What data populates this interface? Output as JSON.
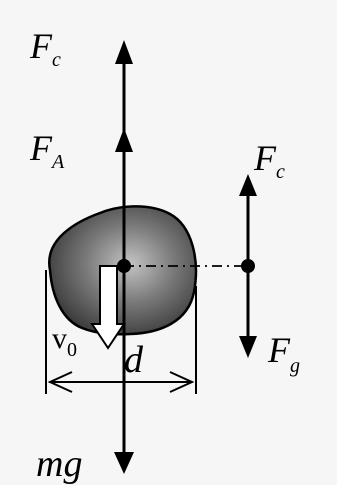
{
  "labels": {
    "fc_top": "F",
    "fc_top_sub": "c",
    "fa": "F",
    "fa_sub": "A",
    "fc_right": "F",
    "fc_right_sub": "c",
    "fg": "F",
    "fg_sub": "g",
    "v0": "v",
    "v0_sub": "0",
    "d": "d",
    "mg": "mg"
  },
  "colors": {
    "ink": "#000000",
    "particle_dark": "#3a3a3a",
    "particle_light": "#bdbdbd",
    "velocity_arrow_fill": "#ffffff"
  },
  "icons": {
    "particle": "irregular-particle-shape",
    "arrows": "force-vector-arrows"
  }
}
